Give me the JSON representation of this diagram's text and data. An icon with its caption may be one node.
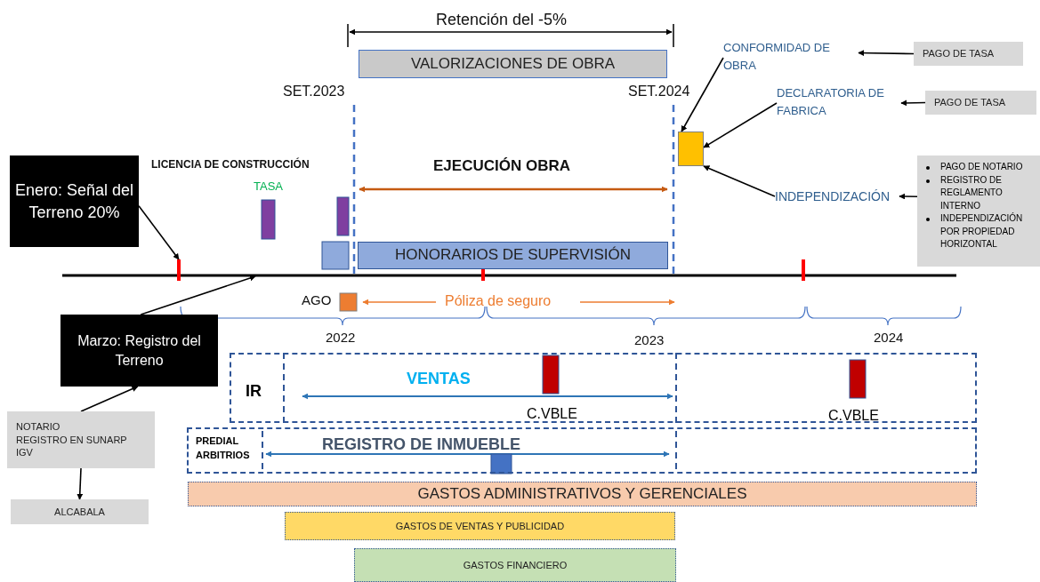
{
  "diagram": {
    "nodes": [
      {
        "text": [
          "VALORIZACIONES DE OBRA"
        ]
      },
      {
        "text": [
          "CONFORMIDAD DE OBRA"
        ]
      },
      {
        "text": [
          "PAGO DE TASA"
        ]
      },
      {
        "text": [
          "DECLARATORIA DE FABRICA"
        ]
      },
      {
        "text": [
          "PAGO DE TASA"
        ]
      },
      {
        "text": [],
        "shape": "box"
      },
      {
        "text": [
          "Enero: Señal del Terreno 20%"
        ]
      },
      {
        "text": [
          "INDEPENDIZACIÓN"
        ]
      },
      {
        "text": [
          "PAGO DE NOTARIO",
          "REGISTRO DE REGLAMENTO INTERNO",
          "INDEPENDIZACIÓN POR PROPIEDAD HORIZONTAL"
        ]
      },
      {
        "text": [],
        "shape": "bar"
      },
      {
        "text": [
          "HONORARIOS DE SUPERVISIÓN"
        ]
      },
      {
        "text": [
          "Marzo: Registro del Terreno"
        ]
      },
      {
        "text": [
          "NOTARIO",
          "REGISTRO EN SUNARP",
          "IGV"
        ]
      },
      {
        "text": [
          "IR",
          "VENTAS",
          "C.VBLE",
          "C.VBLE"
        ]
      },
      {
        "text": [
          "PREDIAL ARBITRIOS",
          "REGISTRO DE INMUEBLE"
        ]
      },
      {
        "text": [
          "GASTOS ADMINISTRATIVOS Y GERENCIALES"
        ]
      },
      {
        "text": [
          "ALCABALA"
        ]
      },
      {
        "text": [
          "GASTOS DE VENTAS Y PUBLICIDAD"
        ]
      },
      {
        "text": [
          "GASTOS FINANCIERO"
        ]
      }
    ],
    "edges": [
      {
        "from": 6,
        "to": 9,
        "arrow": "to"
      },
      {
        "from": 11,
        "to": null,
        "arrow": "to"
      },
      {
        "from": 12,
        "to": 11,
        "arrow": "to"
      },
      {
        "from": 12,
        "to": 16,
        "arrow": "to"
      },
      {
        "from": 1,
        "to": 5,
        "arrow": "to"
      },
      {
        "from": 3,
        "to": 5,
        "arrow": "to"
      },
      {
        "from": 7,
        "to": 5,
        "arrow": "to"
      },
      {
        "from": 2,
        "to": 1,
        "arrow": "to"
      },
      {
        "from": 4,
        "to": 3,
        "arrow": "to"
      },
      {
        "from": 8,
        "to": 7,
        "arrow": "to"
      }
    ],
    "labels": [
      "Retención del -5%",
      "SET.2023",
      "SET.2024",
      "LICENCIA DE CONSTRUCCIÓN",
      "EJECUCIÓN OBRA",
      "TASA",
      "AGO",
      "Póliza de seguro",
      "2022",
      "2023",
      "2024"
    ]
  }
}
